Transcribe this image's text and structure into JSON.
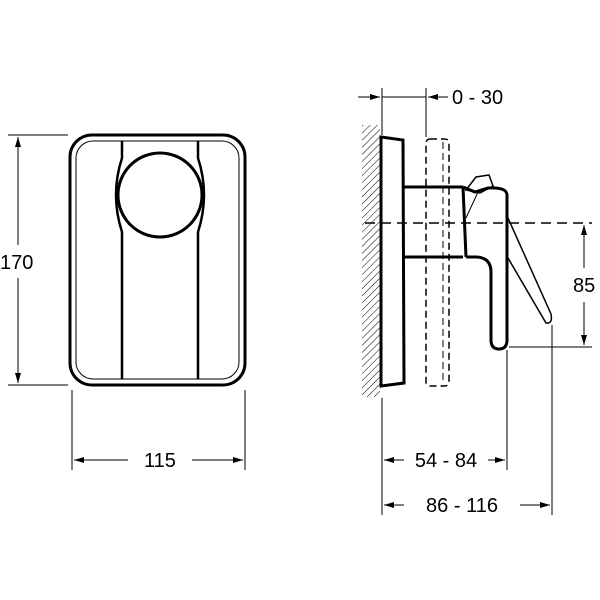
{
  "front_view": {
    "height_label": "170",
    "width_label": "115"
  },
  "side_view": {
    "extension_label": "0 - 30",
    "lever_height_label": "85",
    "depth_min_label": "54 - 84",
    "depth_max_label": "86 - 116"
  },
  "colors": {
    "line": "#000000",
    "background": "#ffffff"
  }
}
